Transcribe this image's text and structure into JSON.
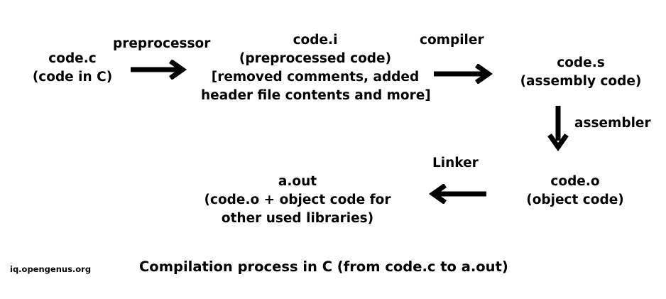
{
  "diagram": {
    "title": "Compilation process in C (from code.c to a.out)",
    "watermark": "iq.opengenus.org",
    "background_color": "#ffffff",
    "ink_color": "#000000",
    "nodes": [
      {
        "id": "code-c",
        "lines": [
          "code.c",
          "(code in C)"
        ]
      },
      {
        "id": "code-i",
        "lines": [
          "code.i",
          "(preprocessed code)",
          "[removed comments, added",
          "header file contents and more]"
        ]
      },
      {
        "id": "code-s",
        "lines": [
          "code.s",
          "(assembly code)"
        ]
      },
      {
        "id": "code-o",
        "lines": [
          "code.o",
          "(object code)"
        ]
      },
      {
        "id": "a-out",
        "lines": [
          "a.out",
          "(code.o + object code for",
          "other used libraries)"
        ]
      }
    ],
    "edges": [
      {
        "id": "preprocessor",
        "label": "preprocessor",
        "direction": "right",
        "from": "code.c",
        "to": "code.i"
      },
      {
        "id": "compiler",
        "label": "compiler",
        "direction": "right",
        "from": "code.i",
        "to": "code.s"
      },
      {
        "id": "assembler",
        "label": "assembler",
        "direction": "down",
        "from": "code.s",
        "to": "code.o"
      },
      {
        "id": "linker",
        "label": "Linker",
        "direction": "left",
        "from": "code.o",
        "to": "a.out"
      }
    ]
  }
}
